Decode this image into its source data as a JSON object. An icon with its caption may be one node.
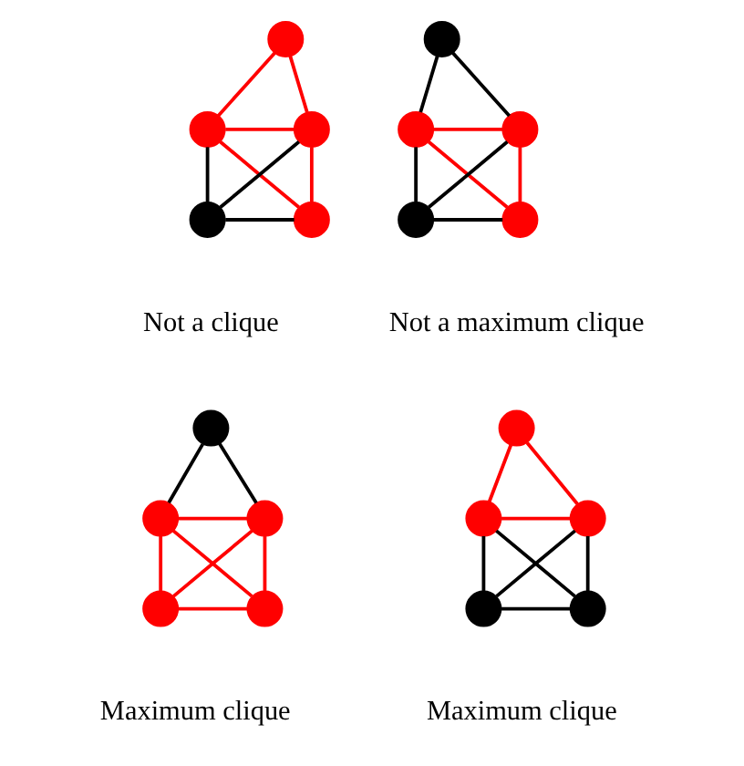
{
  "diagram": {
    "nodes": [
      {
        "text": [],
        "shape": "circle"
      },
      {
        "text": [],
        "shape": "circle"
      },
      {
        "text": [],
        "shape": "circle"
      },
      {
        "text": [],
        "shape": "circle"
      },
      {
        "text": [],
        "shape": "circle"
      },
      {
        "text": [],
        "shape": "circle"
      },
      {
        "text": [],
        "shape": "circle"
      },
      {
        "text": [],
        "shape": "circle"
      },
      {
        "text": [],
        "shape": "circle"
      },
      {
        "text": [],
        "shape": "circle"
      },
      {
        "text": [],
        "shape": "circle"
      },
      {
        "text": [],
        "shape": "circle"
      },
      {
        "text": [],
        "shape": "circle"
      },
      {
        "text": [],
        "shape": "circle"
      },
      {
        "text": [],
        "shape": "circle"
      },
      {
        "text": [],
        "shape": "circle"
      },
      {
        "text": [],
        "shape": "circle"
      },
      {
        "text": [],
        "shape": "circle"
      },
      {
        "text": [],
        "shape": "circle"
      },
      {
        "text": [],
        "shape": "circle"
      }
    ],
    "edges": [
      {
        "from": 0,
        "to": 1,
        "arrow": "none"
      },
      {
        "from": 0,
        "to": 2,
        "arrow": "none"
      },
      {
        "from": 1,
        "to": 2,
        "arrow": "none"
      },
      {
        "from": 1,
        "to": 3,
        "arrow": "none",
        "color": "#000000"
      },
      {
        "from": 2,
        "to": 4,
        "arrow": "none"
      },
      {
        "from": 1,
        "to": 4,
        "arrow": "none"
      },
      {
        "from": 2,
        "to": 3,
        "arrow": "none",
        "color": "#000000"
      },
      {
        "from": 3,
        "to": 4,
        "arrow": "none",
        "color": "#000000"
      },
      {
        "from": 5,
        "to": 6,
        "arrow": "none",
        "color": "#000000"
      },
      {
        "from": 5,
        "to": 7,
        "arrow": "none",
        "color": "#000000"
      },
      {
        "from": 6,
        "to": 7,
        "arrow": "none"
      },
      {
        "from": 6,
        "to": 8,
        "arrow": "none",
        "color": "#000000"
      },
      {
        "from": 7,
        "to": 9,
        "arrow": "none"
      },
      {
        "from": 6,
        "to": 9,
        "arrow": "none"
      },
      {
        "from": 7,
        "to": 8,
        "arrow": "none",
        "color": "#000000"
      },
      {
        "from": 8,
        "to": 9,
        "arrow": "none",
        "color": "#000000"
      },
      {
        "from": 10,
        "to": 11,
        "arrow": "none",
        "color": "#000000"
      },
      {
        "from": 10,
        "to": 12,
        "arrow": "none",
        "color": "#000000"
      },
      {
        "from": 11,
        "to": 12,
        "arrow": "none"
      },
      {
        "from": 11,
        "to": 13,
        "arrow": "none"
      },
      {
        "from": 12,
        "to": 14,
        "arrow": "none"
      },
      {
        "from": 11,
        "to": 14,
        "arrow": "none"
      },
      {
        "from": 12,
        "to": 13,
        "arrow": "none"
      },
      {
        "from": 13,
        "to": 14,
        "arrow": "none"
      },
      {
        "from": 15,
        "to": 16,
        "arrow": "none"
      },
      {
        "from": 15,
        "to": 17,
        "arrow": "none"
      },
      {
        "from": 16,
        "to": 17,
        "arrow": "none"
      },
      {
        "from": 16,
        "to": 18,
        "arrow": "none",
        "color": "#000000"
      },
      {
        "from": 17,
        "to": 19,
        "arrow": "none",
        "color": "#000000"
      },
      {
        "from": 16,
        "to": 19,
        "arrow": "none",
        "color": "#000000"
      },
      {
        "from": 17,
        "to": 18,
        "arrow": "none",
        "color": "#000000"
      },
      {
        "from": 18,
        "to": 19,
        "arrow": "none",
        "color": "#000000"
      }
    ],
    "labels": [
      "Not a clique",
      "Not a maximum clique",
      "Maximum clique",
      "Maximum clique"
    ]
  }
}
